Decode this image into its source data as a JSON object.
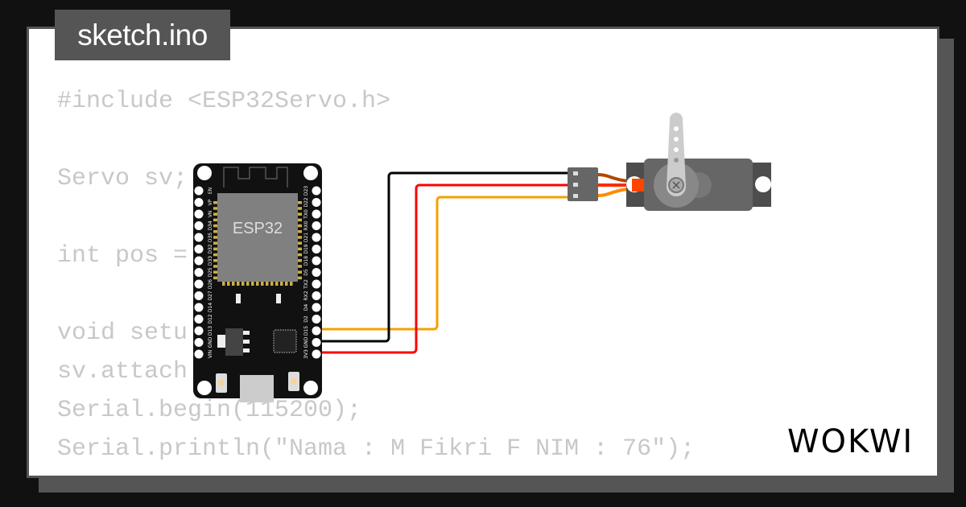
{
  "tab": {
    "filename": "sketch.ino"
  },
  "code_lines": [
    "#include <ESP32Servo.h>",
    "",
    "Servo sv;",
    "",
    "int pos =",
    "",
    "void setu",
    "sv.attach",
    "Serial.begin(115200);",
    "Serial.println(\"Nama : M Fikri F NIM : 76\");",
    "}"
  ],
  "board": {
    "chip_label": "ESP32",
    "left_pins": [
      "EN",
      "VP",
      "VN",
      "D34",
      "D35",
      "D32",
      "D33",
      "D25",
      "D26",
      "D27",
      "D14",
      "D12",
      "D13",
      "GND",
      "VIN"
    ],
    "right_pins": [
      "D23",
      "D22",
      "TX0",
      "RX0",
      "D21",
      "D19",
      "D18",
      "D5",
      "TX2",
      "RX2",
      "D4",
      "D2",
      "D15",
      "GND",
      "3V3"
    ]
  },
  "wires": {
    "signal": "#f5a000",
    "ground": "#000000",
    "power": "#ff0000"
  },
  "logo": {
    "text": "WOKWI"
  }
}
